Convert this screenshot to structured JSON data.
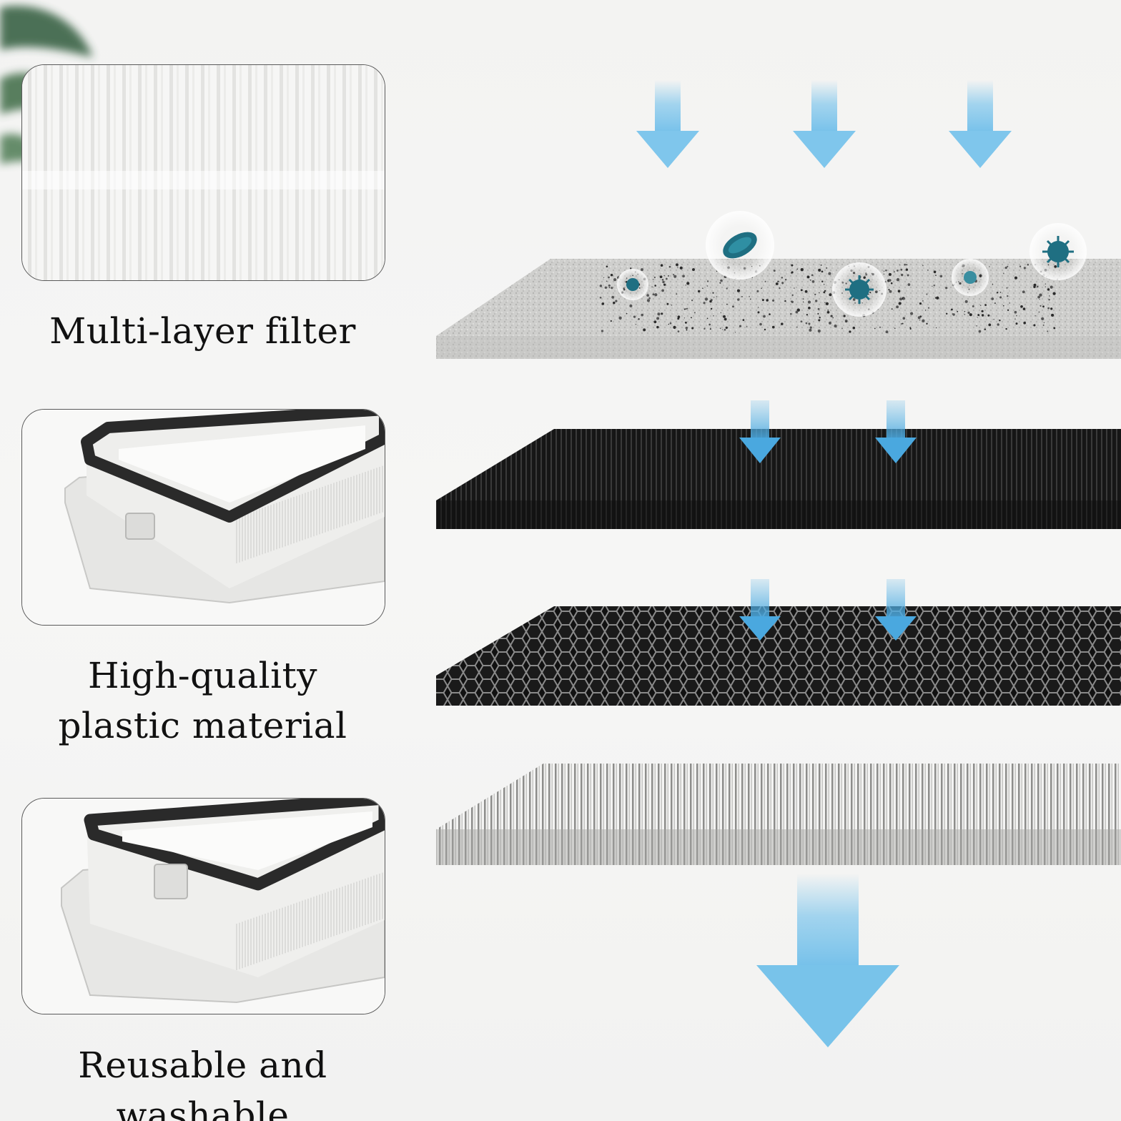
{
  "features": [
    {
      "caption_lines": [
        "Multi-layer filter"
      ],
      "image": "pleated-hepa-closeup"
    },
    {
      "caption_lines": [
        "High-quality",
        "plastic material"
      ],
      "image": "filter-frame-angle-view"
    },
    {
      "caption_lines": [
        "Reusable and washable"
      ],
      "image": "filter-frame-corner-view"
    }
  ],
  "layers": [
    {
      "name": "sponge-pre-filter-layer",
      "material": "foam"
    },
    {
      "name": "fine-mesh-layer",
      "material": "black-mesh"
    },
    {
      "name": "honeycomb-carbon-layer",
      "material": "honeycomb"
    },
    {
      "name": "pleated-hepa-layer",
      "material": "pleated-paper"
    }
  ],
  "colors": {
    "airflow_arrow": "#7fc6ec",
    "particle": "#1f6f82",
    "background": "#f4f4f3"
  },
  "icons": [
    "airflow-arrow-icon",
    "bacteria-particle-icon",
    "dust-particle-icon",
    "leaf-decoration"
  ]
}
